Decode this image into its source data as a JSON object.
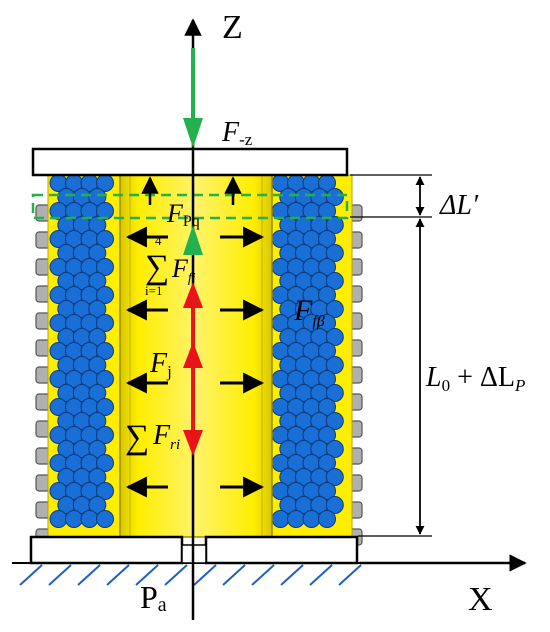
{
  "labels": {
    "axis_z": "Z",
    "axis_x": "X",
    "force_top": "F",
    "force_top_sub": "-z",
    "delta_l_prime": "ΔL′",
    "length_main": "L",
    "length_sub0": "0",
    "length_plus": " + ΔL",
    "length_subp": "P",
    "f_pq": "F",
    "f_pq_sub": "Pq",
    "sum_upper": "4",
    "sum_lower": "i=1",
    "sum_sign": "∑",
    "f_fi": "F",
    "f_fi_sub": "fi",
    "f_fbeta": "F",
    "f_fbeta_sub": "fβ",
    "f_j": "F",
    "f_j_sub": "j",
    "f_ri": "F",
    "f_ri_sub": "ri",
    "p_a": "P",
    "p_a_sub": "a"
  },
  "colors": {
    "yellow": "#ffee00",
    "yellow_dark": "#c8b400",
    "particle": "#1a6fd6",
    "particle_edge": "#0c3a7a",
    "green": "#22b14c",
    "red": "#e8141a",
    "ground": "#1f5fbf",
    "bellows": "#8a8a8a"
  }
}
